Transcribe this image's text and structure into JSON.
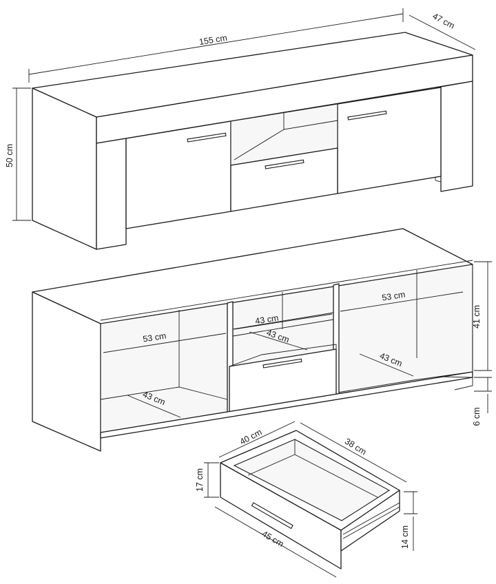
{
  "overall": {
    "width": "155 cm",
    "depth": "47 cm",
    "height": "50 cm"
  },
  "interior": {
    "left_width": "53 cm",
    "left_depth": "43 cm",
    "middle_width": "43 cm",
    "middle_depth": "43 cm",
    "right_width": "53 cm",
    "right_depth": "43 cm",
    "inner_height": "41 cm",
    "plinth_height": "6 cm"
  },
  "drawer": {
    "outer_depth": "40 cm",
    "inner_depth": "38 cm",
    "front_height": "17 cm",
    "front_width": "45 cm",
    "side_height": "14 cm"
  }
}
